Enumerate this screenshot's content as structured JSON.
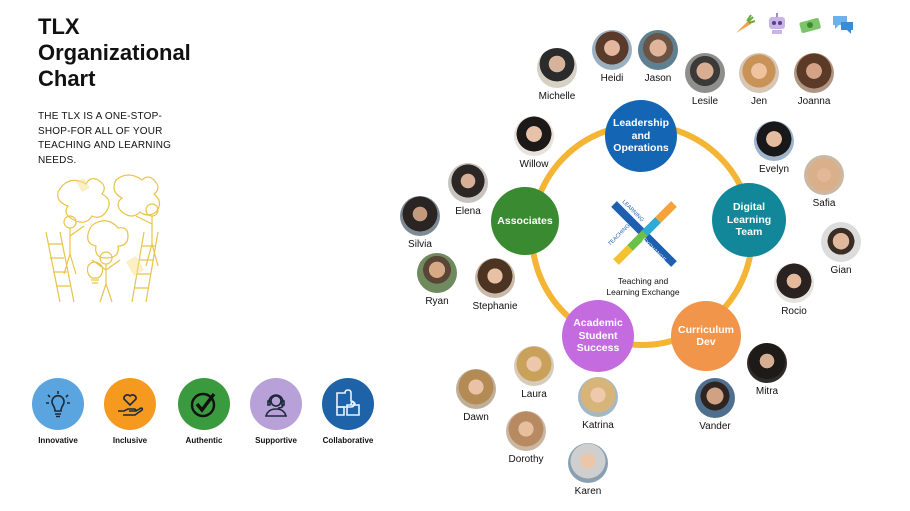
{
  "title": "TLX Organizational Chart",
  "description": "THE TLX IS A ONE-STOP-SHOP-FOR ALL OF YOUR TEACHING AND LEARNING NEEDS.",
  "center": {
    "logo_words": [
      "LEARNING",
      "TEACHING",
      "EXCHANGE"
    ],
    "caption": "Teaching and Learning Exchange"
  },
  "hubs": {
    "leadership": "Leadership and Operations",
    "digital": "Digital Learning Team",
    "curriculum": "Curriculum Dev",
    "academic": "Academic Student Success",
    "associates": "Associates"
  },
  "hub_colors": {
    "leadership": "#1565b5",
    "digital": "#12879a",
    "curriculum": "#f1954a",
    "academic": "#c46be0",
    "associates": "#3a8a32",
    "ring": "#f4b434"
  },
  "people": {
    "michelle": "Michelle",
    "heidi": "Heidi",
    "jason": "Jason",
    "lesile": "Lesile",
    "jen": "Jen",
    "joanna": "Joanna",
    "willow": "Willow",
    "evelyn": "Evelyn",
    "safia": "Safia",
    "elena": "Elena",
    "silvia": "Silvia",
    "gian": "Gian",
    "ryan": "Ryan",
    "stephanie": "Stephanie",
    "rocio": "Rocio",
    "mitra": "Mitra",
    "laura": "Laura",
    "dawn": "Dawn",
    "katrina": "Katrina",
    "vander": "Vander",
    "dorothy": "Dorothy",
    "karen": "Karen"
  },
  "values": [
    {
      "label": "Innovative",
      "color": "#5aa4e0",
      "icon": "lightbulb-icon"
    },
    {
      "label": "Inclusive",
      "color": "#f59a1f",
      "icon": "heart-hand-icon"
    },
    {
      "label": "Authentic",
      "color": "#3a9a3e",
      "icon": "checkmark-icon"
    },
    {
      "label": "Supportive",
      "color": "#b8a0d8",
      "icon": "headset-person-icon"
    },
    {
      "label": "Collaborative",
      "color": "#1e63a8",
      "icon": "puzzle-icon"
    }
  ],
  "top_icons": [
    "carrot-icon",
    "robot-icon",
    "money-icon",
    "chat-bubbles-icon"
  ]
}
